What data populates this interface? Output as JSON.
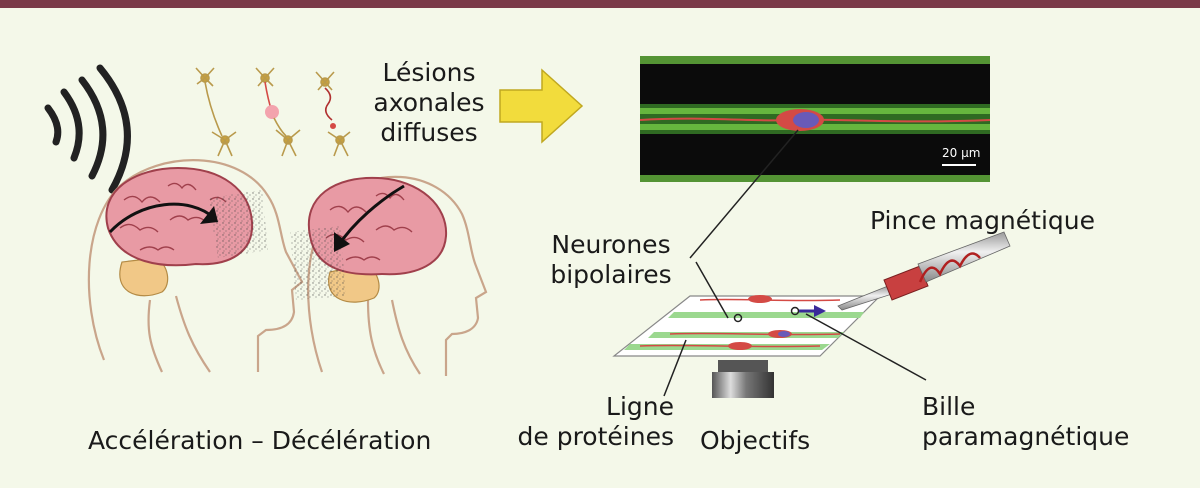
{
  "colors": {
    "top_bar": "#7a3a48",
    "background": "#f4f8e9",
    "brain": "#e89aa4",
    "cerebellum": "#f1c887",
    "arrow_fill": "#f2dc3c",
    "micrograph_bg": "#0b0b0b",
    "protein_line": "#66b63e",
    "axon": "#d44a45",
    "nucleus": "#6a5ab8",
    "bead_arrow": "#3a2a9a",
    "tweezer_magnet": "#c84040"
  },
  "labels": {
    "lesions": [
      "Lésions",
      "axonales",
      "diffuses"
    ],
    "acceleration": "Accélération – Décélération",
    "neurones": [
      "Neurones",
      "bipolaires"
    ],
    "pince": "Pince magnétique",
    "ligne": [
      "Ligne",
      "de protéines"
    ],
    "objectifs": "Objectifs",
    "bille": [
      "Bille",
      "paramagnétique"
    ],
    "scale_bar": "20 µm"
  },
  "icons": [
    "impact-waves-icon",
    "neuron-icon",
    "brain-icon",
    "head-icon",
    "right-arrow-icon",
    "magnetic-tweezer-icon",
    "objective-lens-icon"
  ]
}
